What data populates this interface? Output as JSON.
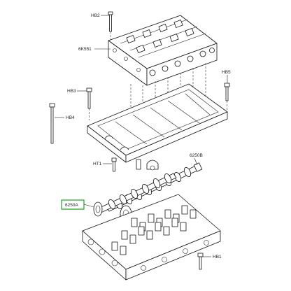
{
  "labels": {
    "hb2": "HB2",
    "k6551": "6K551",
    "hb5": "HB5",
    "hb3": "HB3",
    "hb4": "HB4",
    "ht1": "HT1",
    "p6250b": "6250B",
    "p6250a": "6250A",
    "hb1": "HB1"
  },
  "highlight_color": "#1aa31a"
}
